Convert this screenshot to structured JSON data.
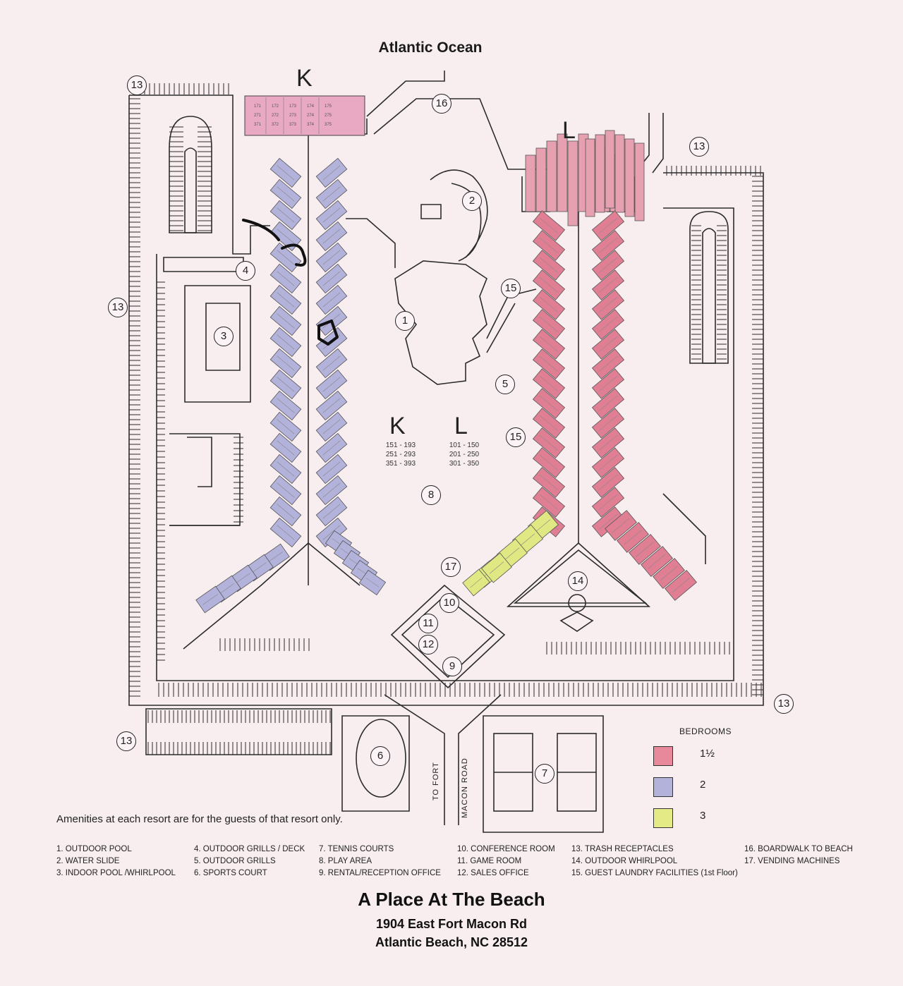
{
  "map": {
    "ocean_label": "Atlantic Ocean",
    "building_k_label": "K",
    "building_l_label": "L",
    "center_k_label": "K",
    "center_l_label": "L",
    "k_ranges": [
      "151 - 193",
      "251 - 293",
      "351 - 393"
    ],
    "l_ranges": [
      "101 - 150",
      "201 - 250",
      "301 - 350"
    ],
    "k_top_units": [
      [
        "171",
        "172",
        "173",
        "174",
        "175"
      ],
      [
        "271",
        "272",
        "273",
        "274",
        "275"
      ],
      [
        "371",
        "372",
        "373",
        "374",
        "375"
      ]
    ],
    "road_label_1": "TO FORT",
    "road_label_2": "MACON ROAD",
    "markers": [
      "1",
      "2",
      "3",
      "4",
      "5",
      "6",
      "7",
      "8",
      "9",
      "10",
      "11",
      "12",
      "13",
      "14",
      "15",
      "16",
      "17"
    ]
  },
  "legend": {
    "title": "BEDROOMS",
    "rows": [
      {
        "label": "1½",
        "color": "#e7899a"
      },
      {
        "label": "2",
        "color": "#b3b2db"
      },
      {
        "label": "3",
        "color": "#e3ea86"
      }
    ]
  },
  "colors": {
    "pink_building": "#e6a0b0",
    "pink_unit": "#e07f93",
    "blue_unit": "#b3b2db",
    "green_unit": "#dfe883",
    "top_building": "#e9a9c2",
    "background": "#f8eef0"
  },
  "note": "Amenities at each resort are for the guests of that resort only.",
  "amenities": {
    "col1": [
      "1. OUTDOOR POOL",
      "2. WATER SLIDE",
      "3. INDOOR POOL /WHIRLPOOL"
    ],
    "col2": [
      "4. OUTDOOR GRILLS / DECK",
      "5. OUTDOOR GRILLS",
      "6. SPORTS COURT"
    ],
    "col3": [
      "7. TENNIS COURTS",
      "8. PLAY AREA",
      "9. RENTAL/RECEPTION OFFICE"
    ],
    "col4": [
      "10. CONFERENCE ROOM",
      "11. GAME ROOM",
      "12. SALES OFFICE"
    ],
    "col5": [
      "13. TRASH RECEPTACLES",
      "14. OUTDOOR WHIRLPOOL",
      "15. GUEST LAUNDRY FACILITIES (1st Floor)"
    ],
    "col6": [
      "16. BOARDWALK TO BEACH",
      "17. VENDING MACHINES"
    ]
  },
  "footer": {
    "title": "A Place At The Beach",
    "address": "1904 East Fort Macon Rd",
    "city": "Atlantic Beach, NC 28512"
  }
}
